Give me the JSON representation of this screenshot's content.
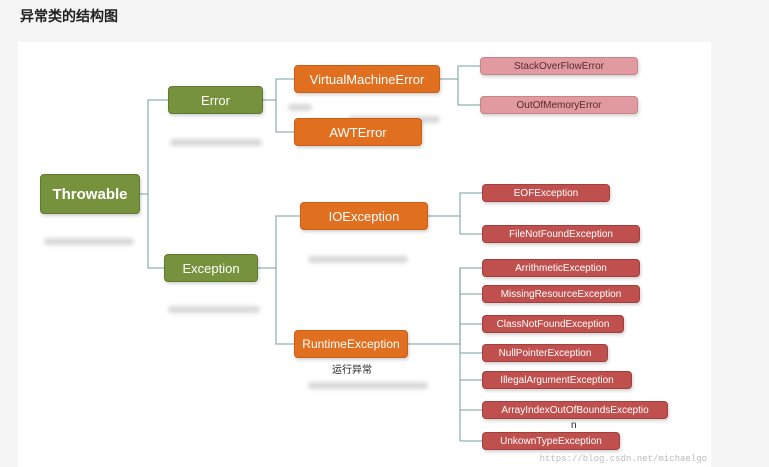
{
  "page": {
    "heading": "异常类的结构图"
  },
  "diagram": {
    "root": "Throwable",
    "error": {
      "label": "Error",
      "children": [
        "VirtualMachineError",
        "AWTError"
      ],
      "vm_children": [
        "StackOverFlowError",
        "OutOfMemoryError"
      ]
    },
    "exception": {
      "label": "Exception",
      "io": {
        "label": "IOException",
        "children": [
          "EOFException",
          "FileNotFoundException"
        ]
      },
      "runtime": {
        "label": "RuntimeException",
        "note": "运行异常",
        "children": [
          "ArrithmeticException",
          "MissingResourceException",
          "ClassNotFoundException",
          "NullPointerException",
          "IllegalArgumentException",
          "ArrayIndexOutOfBoundsExceptio",
          "UnkownTypeException"
        ],
        "wrap_char": "n"
      }
    },
    "colors": {
      "root_and_level1": "#77923d",
      "level2": "#e06f1f",
      "error_leaves": "#e09aa0",
      "exception_leaves": "#c0504d",
      "connectors": "#8fb3b3"
    }
  },
  "watermark": "https://blog.csdn.net/michaelgo"
}
